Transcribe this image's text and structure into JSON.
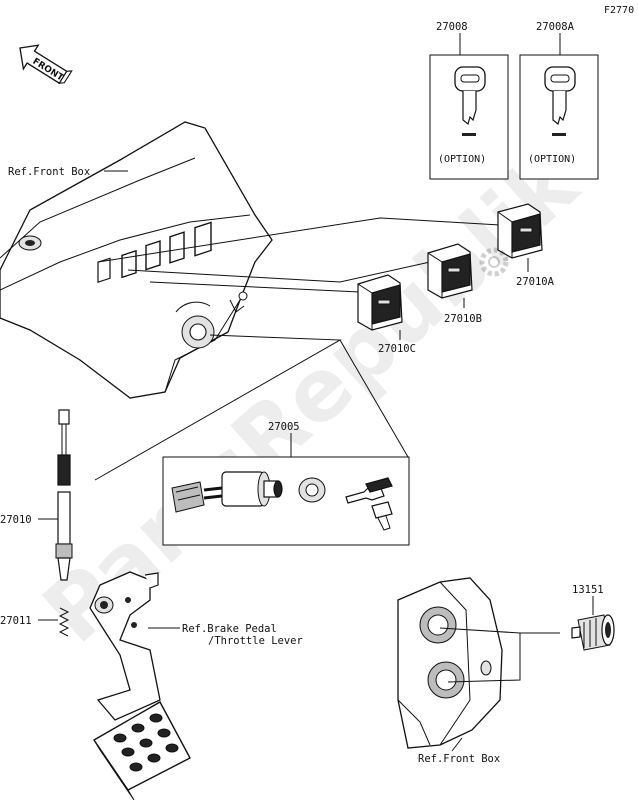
{
  "figure_code": "F2770",
  "front_arrow_label": "FRONT",
  "watermark": "PartsRepublik",
  "labels": {
    "ref_front_box_top": "Ref.Front Box",
    "ref_front_box_bottom": "Ref.Front Box",
    "ref_brake_pedal_line1": "Ref.Brake Pedal",
    "ref_brake_pedal_line2": "/Throttle Lever"
  },
  "parts": {
    "key_blank_a": {
      "number": "27008",
      "note": "(OPTION)"
    },
    "key_blank_b": {
      "number": "27008A",
      "note": "(OPTION)"
    },
    "switch_a": {
      "number": "27010A"
    },
    "switch_b": {
      "number": "27010B"
    },
    "switch_c": {
      "number": "27010C"
    },
    "ignition_switch": {
      "number": "27005"
    },
    "stop_switch": {
      "number": "27010"
    },
    "spring": {
      "number": "27011"
    },
    "socket": {
      "number": "13151"
    }
  }
}
